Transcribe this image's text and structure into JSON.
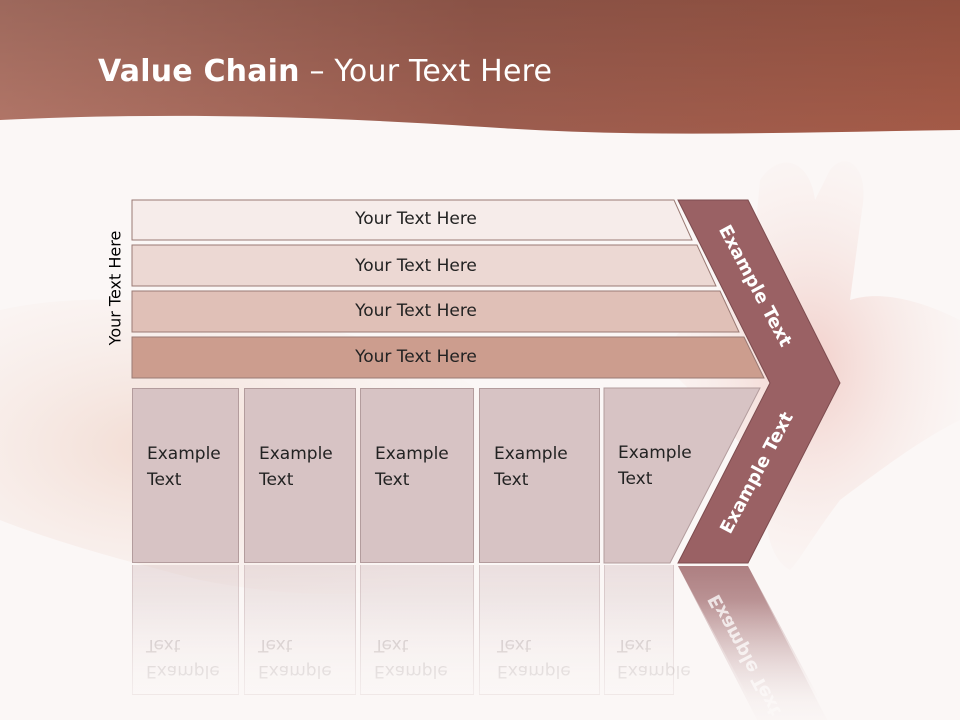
{
  "slide": {
    "title_bold": "Value Chain",
    "title_rest": " – Your Text Here",
    "side_label": "Your Text Here"
  },
  "bands": [
    {
      "label": "Your Text Here"
    },
    {
      "label": "Your Text Here"
    },
    {
      "label": "Your Text Here"
    },
    {
      "label": "Your Text Here"
    }
  ],
  "boxes": [
    {
      "line1": "Example",
      "line2": "Text"
    },
    {
      "line1": "Example",
      "line2": "Text"
    },
    {
      "line1": "Example",
      "line2": "Text"
    },
    {
      "line1": "Example",
      "line2": "Text"
    },
    {
      "line1": "Example",
      "line2": "Text"
    }
  ],
  "chevron": {
    "upper_label": "Example Text",
    "lower_label": "Example Text"
  },
  "colors": {
    "header_band": "#a9675a",
    "chevron_fill": "#9a6164",
    "box_fill": "#d7c3c4",
    "band_1": "#f6ecea",
    "band_2": "#ecd8d3",
    "band_3": "#e0c0b7",
    "band_4": "#cc9d8e"
  }
}
